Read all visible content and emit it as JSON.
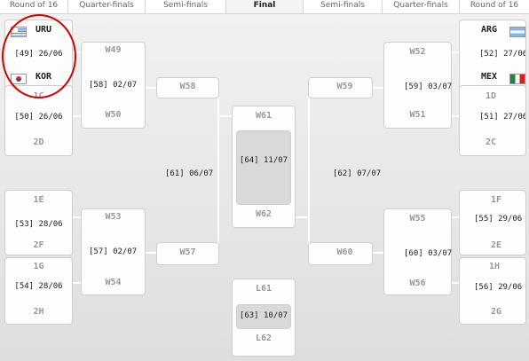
{
  "header": {
    "r16_left": "Round of 16",
    "qf_left": "Quarter-finals",
    "sf_left": "Semi-finals",
    "final": "Final",
    "sf_right": "Semi-finals",
    "qf_right": "Quarter-finals",
    "r16_right": "Round of 16"
  },
  "r16_left": [
    {
      "team1": "URU",
      "flag1": "uruguay-flag",
      "info": "[49] 26/06",
      "team2": "KOR",
      "flag2": "korea-flag"
    },
    {
      "top": "1C",
      "info": "[50] 26/06",
      "bottom": "2D"
    },
    {
      "top": "1E",
      "info": "[53] 28/06",
      "bottom": "2F"
    },
    {
      "top": "1G",
      "info": "[54] 28/06",
      "bottom": "2H"
    }
  ],
  "r16_right": [
    {
      "team1": "ARG",
      "flag1": "argentina-flag",
      "info": "[52] 27/06",
      "team2": "MEX",
      "flag2": "mexico-flag"
    },
    {
      "top": "1D",
      "info": "[51] 27/06",
      "bottom": "2C"
    },
    {
      "top": "1F",
      "info": "[55] 29/06",
      "bottom": "2E"
    },
    {
      "top": "1H",
      "info": "[56] 29/06",
      "bottom": "2G"
    }
  ],
  "qf_left": {
    "m1_top": "W49",
    "m1_info": "[58] 02/07",
    "m1_bottom": "W50",
    "m2_top": "W53",
    "m2_info": "[57] 02/07",
    "m2_bottom": "W54"
  },
  "qf_right": {
    "m1_top": "W52",
    "m1_info": "[59] 03/07",
    "m1_bottom": "W51",
    "m2_top": "W55",
    "m2_info": "[60] 03/07",
    "m2_bottom": "W56"
  },
  "sf_left": {
    "top": "W58",
    "info": "[61] 06/07",
    "bottom": "W57"
  },
  "sf_right": {
    "top": "W59",
    "info": "[62] 07/07",
    "bottom": "W60"
  },
  "final": {
    "top": "W61",
    "info": "[64] 11/07",
    "bottom": "W62"
  },
  "third_place": {
    "top": "L61",
    "info": "[63] 10/07",
    "bottom": "L62"
  },
  "annotation": {
    "color": "#d50000"
  }
}
